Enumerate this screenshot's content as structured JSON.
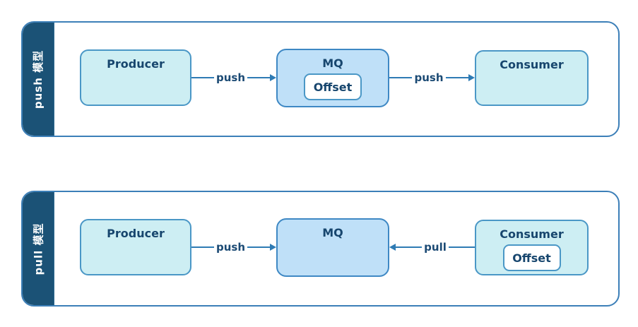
{
  "diagrams": [
    {
      "title": "push 模型",
      "producer_label": "Producer",
      "mq_label": "MQ",
      "mq_offset_label": "Offset",
      "consumer_label": "Consumer",
      "producer_to_mq_arrow_label": "push",
      "mq_to_consumer_arrow_label": "push"
    },
    {
      "title": "pull 模型",
      "producer_label": "Producer",
      "mq_label": "MQ",
      "consumer_label": "Consumer",
      "consumer_offset_label": "Offset",
      "producer_to_mq_arrow_label": "push",
      "consumer_to_mq_arrow_label": "pull"
    }
  ],
  "colors": {
    "strip_fill": "#1b5276",
    "strip_text": "#ffffff",
    "container_border": "#3c7fb8",
    "node_fill": "#cdeef3",
    "node_border": "#4a97c6",
    "mq_fill": "#bfe0f8",
    "mq_border": "#3e88c4",
    "offset_fill": "#ffffff",
    "text": "#17466e",
    "arrow": "#2e7bb4"
  }
}
